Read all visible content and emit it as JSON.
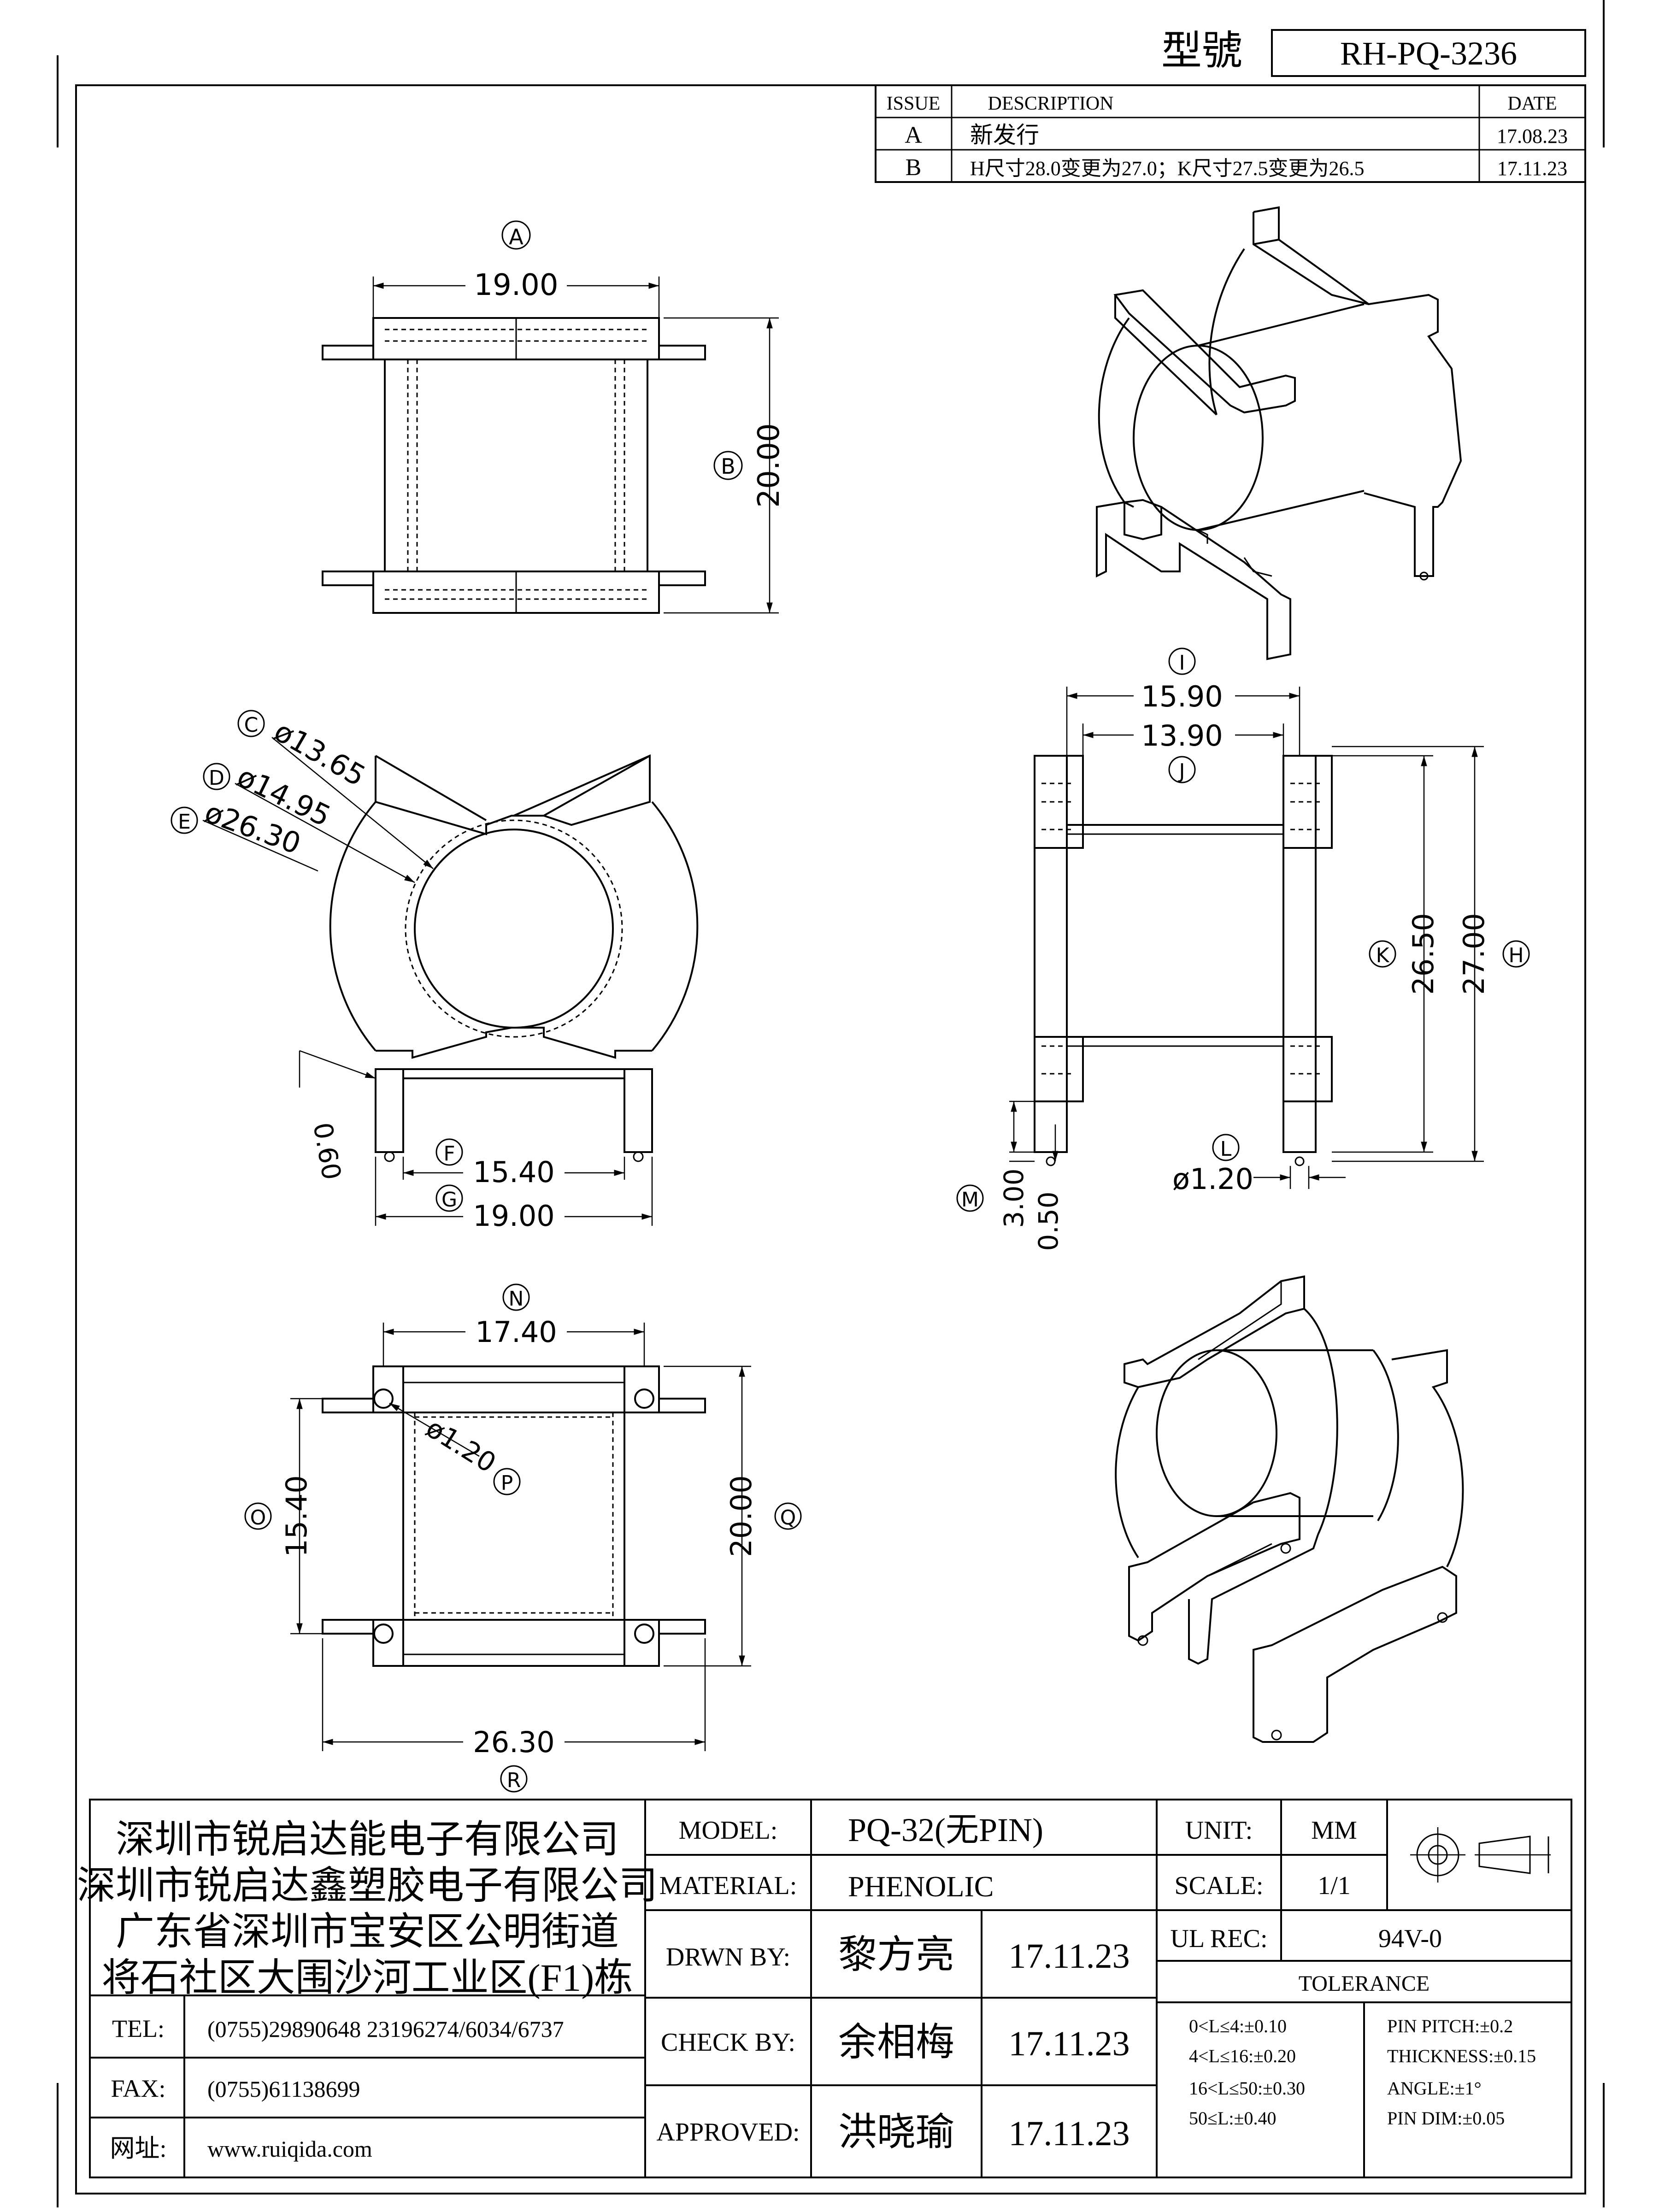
{
  "header": {
    "model_no_label": "型號",
    "model_no_value": "RH-PQ-3236"
  },
  "revisions": {
    "columns": [
      "ISSUE",
      "DESCRIPTION",
      "DATE"
    ],
    "rows": [
      {
        "issue": "A",
        "description": "新发行",
        "date": "17.08.23"
      },
      {
        "issue": "B",
        "description": "H尺寸28.0变更为27.0；K尺寸27.5变更为26.5",
        "date": "17.11.23"
      }
    ]
  },
  "views": {
    "top": {
      "dim_a": {
        "letter": "A",
        "value": "19.00"
      },
      "dim_b": {
        "letter": "B",
        "value": "20.00"
      }
    },
    "front": {
      "dim_c": {
        "letter": "C",
        "value": "ø13.65"
      },
      "dim_d": {
        "letter": "D",
        "value": "ø14.95"
      },
      "dim_e": {
        "letter": "E",
        "value": "ø26.30"
      },
      "dim_f": {
        "letter": "F",
        "value": "15.40"
      },
      "dim_g": {
        "letter": "G",
        "value": "19.00"
      },
      "dim_wall": {
        "value": "0.60"
      }
    },
    "side": {
      "dim_i": {
        "letter": "I",
        "value": "15.90"
      },
      "dim_j": {
        "letter": "J",
        "value": "13.90"
      },
      "dim_k": {
        "letter": "K",
        "value": "26.50"
      },
      "dim_h": {
        "letter": "H",
        "value": "27.00"
      },
      "dim_l": {
        "letter": "L",
        "value": "ø1.20"
      },
      "dim_m": {
        "letter": "M",
        "value": "3.00"
      },
      "dim_m2": {
        "value": "0.50"
      }
    },
    "bottom": {
      "dim_n": {
        "letter": "N",
        "value": "17.40"
      },
      "dim_p": {
        "letter": "P",
        "value": "ø1.20"
      },
      "dim_o": {
        "letter": "O",
        "value": "15.40"
      },
      "dim_q": {
        "letter": "Q",
        "value": "20.00"
      },
      "dim_r": {
        "letter": "R",
        "value": "26.30"
      }
    }
  },
  "title_block": {
    "company": [
      "深圳市锐启达能电子有限公司",
      "深圳市锐启达鑫塑胶电子有限公司",
      "广东省深圳市宝安区公明街道",
      "将石社区大围沙河工业区(F1)栋"
    ],
    "tel_label": "TEL:",
    "tel_value": "(0755)29890648  23196274/6034/6737",
    "fax_label": "FAX:",
    "fax_value": "(0755)61138699",
    "web_label": "网址:",
    "web_value": "www.ruiqida.com",
    "model_label": "MODEL:",
    "model_value": "PQ-32(无PIN)",
    "material_label": "MATERIAL:",
    "material_value": "PHENOLIC",
    "drawn_label": "DRWN BY:",
    "drawn_name": "黎方亮",
    "drawn_date": "17.11.23",
    "check_label": "CHECK BY:",
    "check_name": "余相梅",
    "check_date": "17.11.23",
    "approved_label": "APPROVED:",
    "approved_name": "洪晓瑜",
    "approved_date": "17.11.23",
    "unit_label": "UNIT:",
    "unit_value": "MM",
    "scale_label": "SCALE:",
    "scale_value": "1/1",
    "ul_label": "UL REC:",
    "ul_value": "94V-0",
    "tolerance_label": "TOLERANCE",
    "tolerances_left": [
      "0<L≤4:±0.10",
      "4<L≤16:±0.20",
      "16<L≤50:±0.30",
      "50≤L:±0.40"
    ],
    "tolerances_right": [
      "PIN PITCH:±0.2",
      "THICKNESS:±0.15",
      "ANGLE:±1°",
      "PIN DIM:±0.05"
    ]
  }
}
